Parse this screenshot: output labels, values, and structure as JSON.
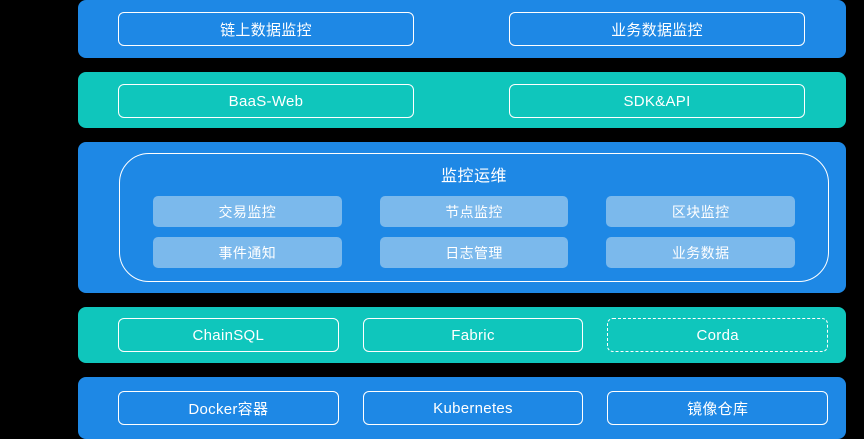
{
  "colors": {
    "background": "#000000",
    "panel_blue": "#1E88E5",
    "panel_teal": "#0FC6BC",
    "tile_blue": "#7BB9EC",
    "outline": "#FFFFFF",
    "text": "#FFFFFF"
  },
  "layers": {
    "application": {
      "name": "application-layer",
      "buttons": [
        {
          "label": "链上数据监控"
        },
        {
          "label": "业务数据监控"
        }
      ]
    },
    "access": {
      "name": "access-layer",
      "buttons": [
        {
          "label": "BaaS-Web"
        },
        {
          "label": "SDK&API"
        }
      ]
    },
    "monitor": {
      "name": "monitor-ops-layer",
      "title": "监控运维",
      "tiles_row1": [
        {
          "label": "交易监控"
        },
        {
          "label": "节点监控"
        },
        {
          "label": "区块监控"
        }
      ],
      "tiles_row2": [
        {
          "label": "事件通知"
        },
        {
          "label": "日志管理"
        },
        {
          "label": "业务数据"
        }
      ]
    },
    "chain": {
      "name": "chain-platform-layer",
      "buttons": [
        {
          "label": "ChainSQL",
          "style": "solid"
        },
        {
          "label": "Fabric",
          "style": "solid"
        },
        {
          "label": "Corda",
          "style": "dashed"
        }
      ]
    },
    "infrastructure": {
      "name": "infrastructure-layer",
      "buttons": [
        {
          "label": "Docker容器"
        },
        {
          "label": "Kubernetes"
        },
        {
          "label": "镜像仓库"
        }
      ]
    }
  }
}
